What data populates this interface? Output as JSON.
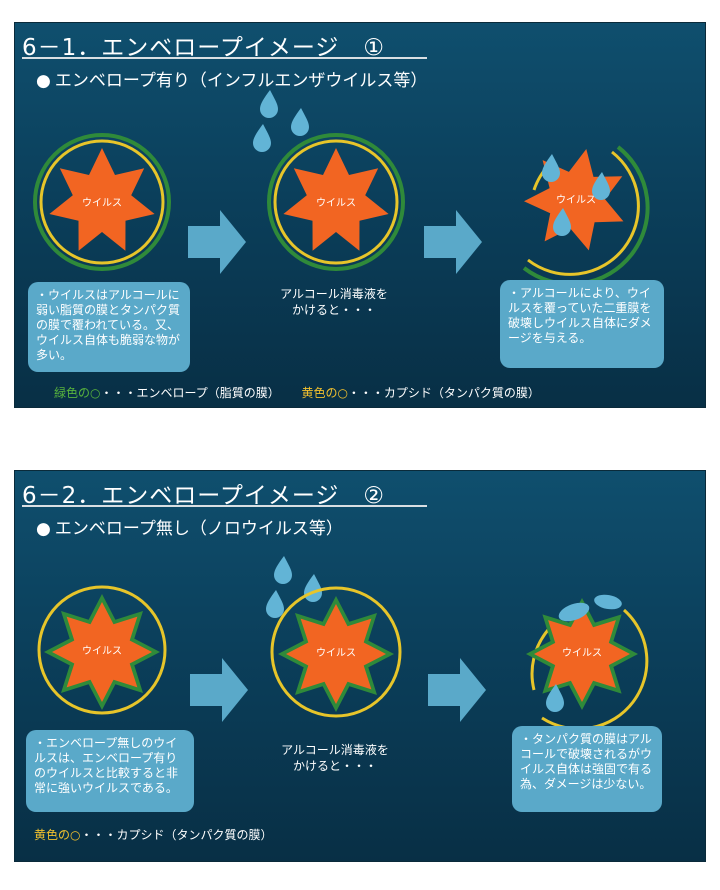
{
  "slide1": {
    "title": "6－1．エンベロープイメージ　①",
    "bullet": "●",
    "subtitle": "エンベロープ有り（インフルエンザウイルス等）",
    "virus_label": "ウイルス",
    "box_left": "・ウイルスはアルコールに弱い脂質の膜とタンパク質の膜で覆われている。又、ウイルス自体も脆弱な物が多い。",
    "caption_mid": "アルコール消毒液を\nかけると・・・",
    "box_right": "・アルコールにより、ウイルスを覆っていた二重膜を破壊しウイルス自体にダメージを与える。",
    "legend": {
      "green_term": "緑色の○",
      "green_desc": "・・・エンベロープ（脂質の膜）",
      "yellow_term": "黄色の○",
      "yellow_desc": "・・・カプシド（タンパク質の膜）"
    }
  },
  "slide2": {
    "title": "6－2．エンベロープイメージ　②",
    "bullet": "●",
    "subtitle": "エンベロープ無し（ノロウイルス等）",
    "virus_label": "ウイルス",
    "box_left": "・エンベロープ無しのウイルスは、エンベロープ有りのウイルスと比較すると非常に強いウイルスである。",
    "caption_mid": "アルコール消毒液を\nかけると・・・",
    "box_right": "・タンパク質の膜はアルコールで破壊されるがウイルス自体は強固で有る為、ダメージは少ない。",
    "legend": {
      "yellow_term": "黄色の○",
      "yellow_desc": "・・・カプシド（タンパク質の膜）"
    }
  },
  "colors": {
    "virus_fill": "#f26522",
    "envelope_green": "#2f8a3a",
    "capsid_yellow": "#e7c52a",
    "arrow": "#5aa9c9",
    "droplet": "#62b4d6"
  }
}
